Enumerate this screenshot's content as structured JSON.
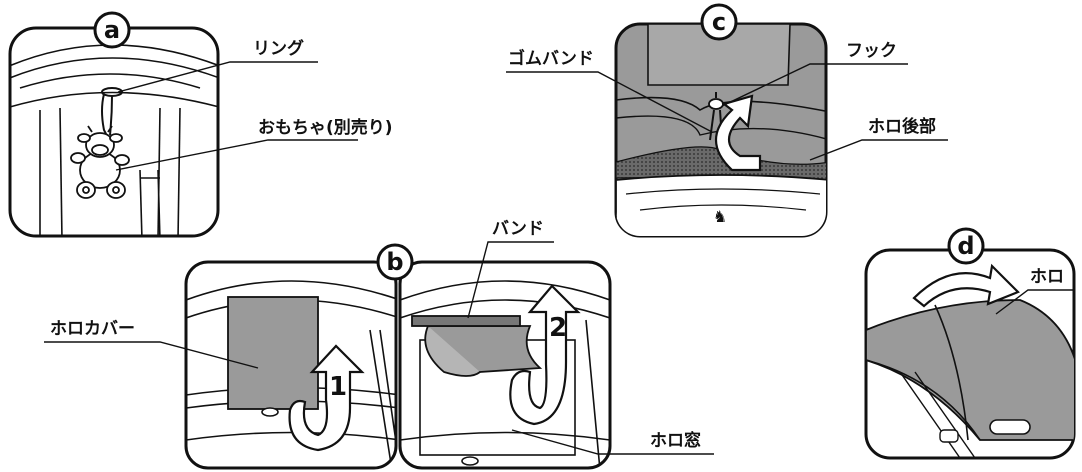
{
  "panel_a": {
    "badge": "a",
    "labels": {
      "ring": "リング",
      "toy": "おもちゃ(別売り)"
    }
  },
  "panel_b": {
    "badge": "b",
    "labels": {
      "canopy_cover": "ホロカバー",
      "band": "バンド",
      "canopy_window": "ホロ窓"
    },
    "step_1": "1",
    "step_2": "2"
  },
  "panel_c": {
    "badge": "c",
    "labels": {
      "rubber_band": "ゴムバンド",
      "hook": "フック",
      "canopy_rear": "ホロ後部"
    }
  },
  "panel_d": {
    "badge": "d",
    "labels": {
      "canopy": "ホロ"
    }
  },
  "colors": {
    "line": "#111111",
    "canopy_gray": "#9a9a9a",
    "mesh_dark": "#555555",
    "panel_bg": "#ffffff"
  }
}
